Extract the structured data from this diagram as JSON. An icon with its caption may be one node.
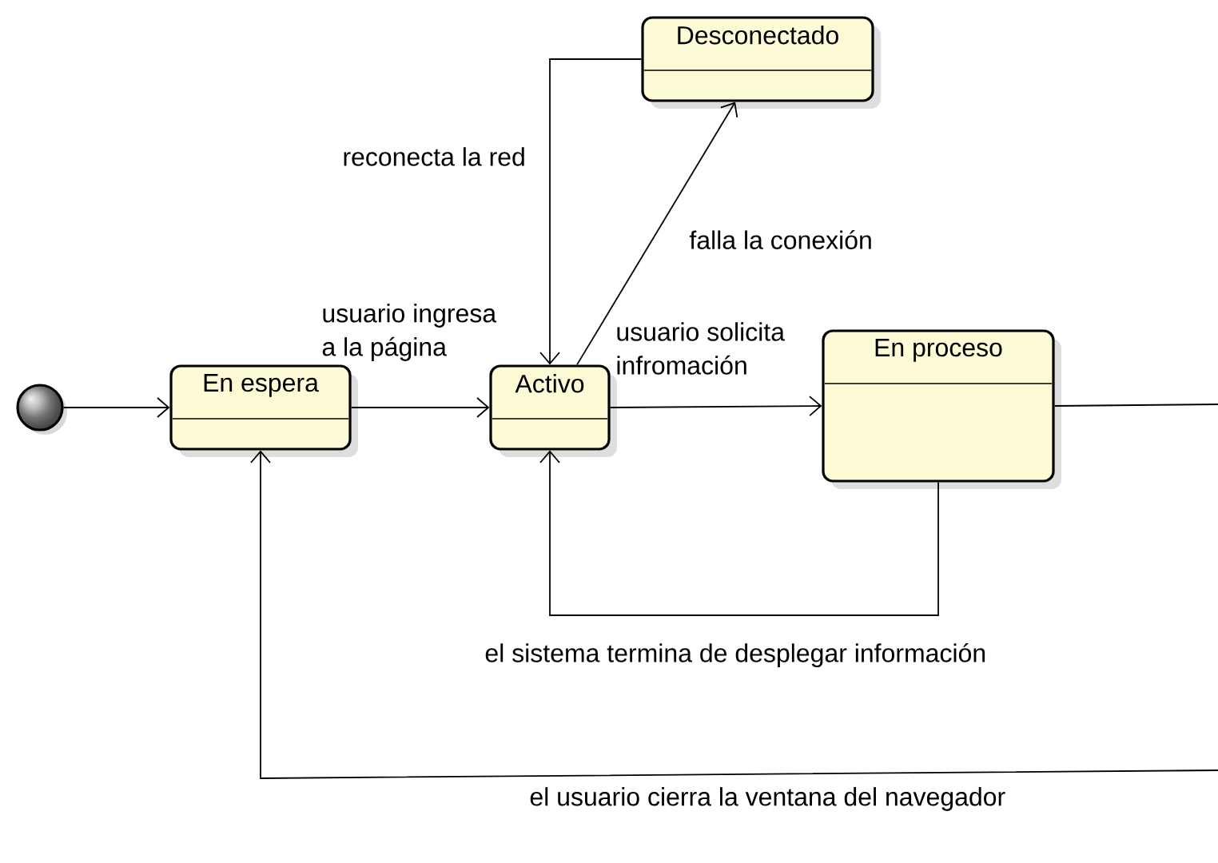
{
  "diagram": {
    "nodes": [
      {
        "text": [],
        "shape": "circle"
      },
      {
        "text": [
          "En espera"
        ]
      },
      {
        "text": [
          "Activo"
        ]
      },
      {
        "text": [
          "Desconectado"
        ]
      },
      {
        "text": [
          "En proceso"
        ]
      }
    ],
    "edges": [
      {
        "from": 0,
        "to": 1,
        "arrow": "to"
      },
      {
        "from": 1,
        "to": 2,
        "arrow": "to",
        "label": "usuario ingresa a la página"
      },
      {
        "from": 2,
        "to": 3,
        "arrow": "to",
        "label": "falla la conexión"
      },
      {
        "from": 3,
        "to": 2,
        "arrow": "to",
        "label": "reconecta la red"
      },
      {
        "from": 2,
        "to": 4,
        "arrow": "to",
        "label": "usuario solicita infromación"
      },
      {
        "from": 4,
        "to": 2,
        "arrow": "to",
        "label": "el sistema termina de desplegar información"
      },
      {
        "from": 4,
        "to": null,
        "arrow": "none"
      },
      {
        "from": null,
        "to": 1,
        "arrow": "to",
        "label": "el usuario cierra la ventana del navegador"
      }
    ]
  }
}
